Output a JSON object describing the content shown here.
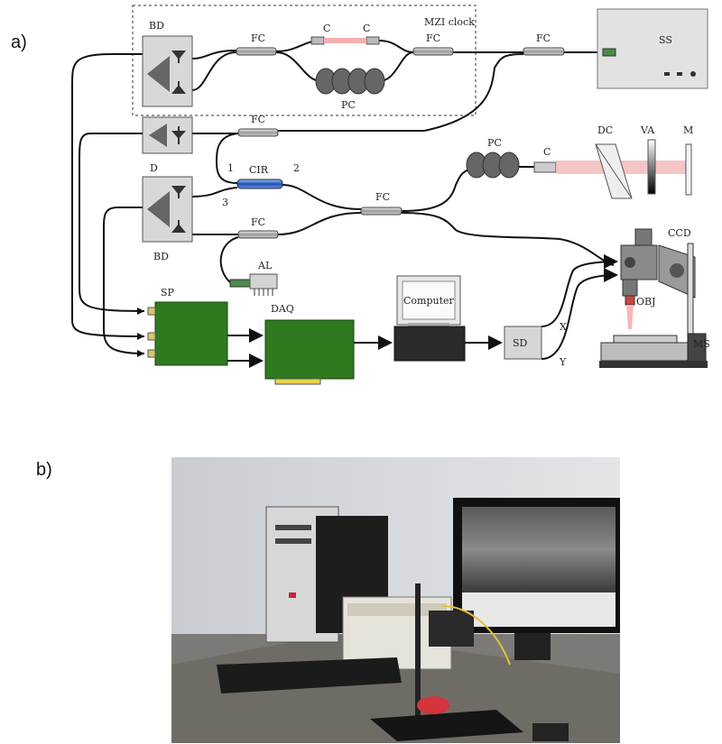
{
  "panels": {
    "a": "a)",
    "b": "b)"
  },
  "labels": {
    "bd_top": "BD",
    "mzi": "MZI clock",
    "fc1": "FC",
    "c1": "C",
    "c2": "C",
    "fc2": "FC",
    "fc3": "FC",
    "pc_mzi": "PC",
    "ss": "SS",
    "fc_mid": "FC",
    "port1": "1",
    "cir": "CIR",
    "port2": "2",
    "port3": "3",
    "d": "D",
    "fc_low": "FC",
    "fc_main": "FC",
    "pc_ref": "PC",
    "c_ref": "C",
    "dc": "DC",
    "va": "VA",
    "m": "M",
    "bd_bottom": "BD",
    "al": "AL",
    "ccd": "CCD",
    "obj": "OBJ",
    "ms": "MS",
    "sp": "SP",
    "daq": "DAQ",
    "computer": "Computer",
    "sd": "SD",
    "x": "X",
    "y": "Y"
  }
}
